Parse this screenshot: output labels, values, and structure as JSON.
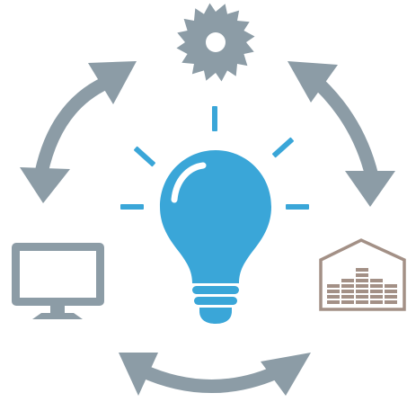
{
  "diagram": {
    "nodes": [
      {
        "id": "gear",
        "icon": "saw-blade-gear-icon"
      },
      {
        "id": "computer",
        "icon": "computer-monitor-icon"
      },
      {
        "id": "warehouse",
        "icon": "warehouse-storage-icon"
      },
      {
        "id": "idea",
        "icon": "lightbulb-icon"
      }
    ],
    "cycle_arrows": [
      {
        "from": "computer",
        "to": "gear",
        "style": "double-headed"
      },
      {
        "from": "gear",
        "to": "warehouse",
        "style": "double-headed"
      },
      {
        "from": "warehouse",
        "to": "computer",
        "style": "double-headed"
      }
    ]
  },
  "colors": {
    "arrow": "#8c9ca6",
    "bulb": "#3aa6d8",
    "gear": "#8c9ca6",
    "monitor": "#8c9ca6",
    "warehouse": "#a39086",
    "background": "#ffffff"
  }
}
